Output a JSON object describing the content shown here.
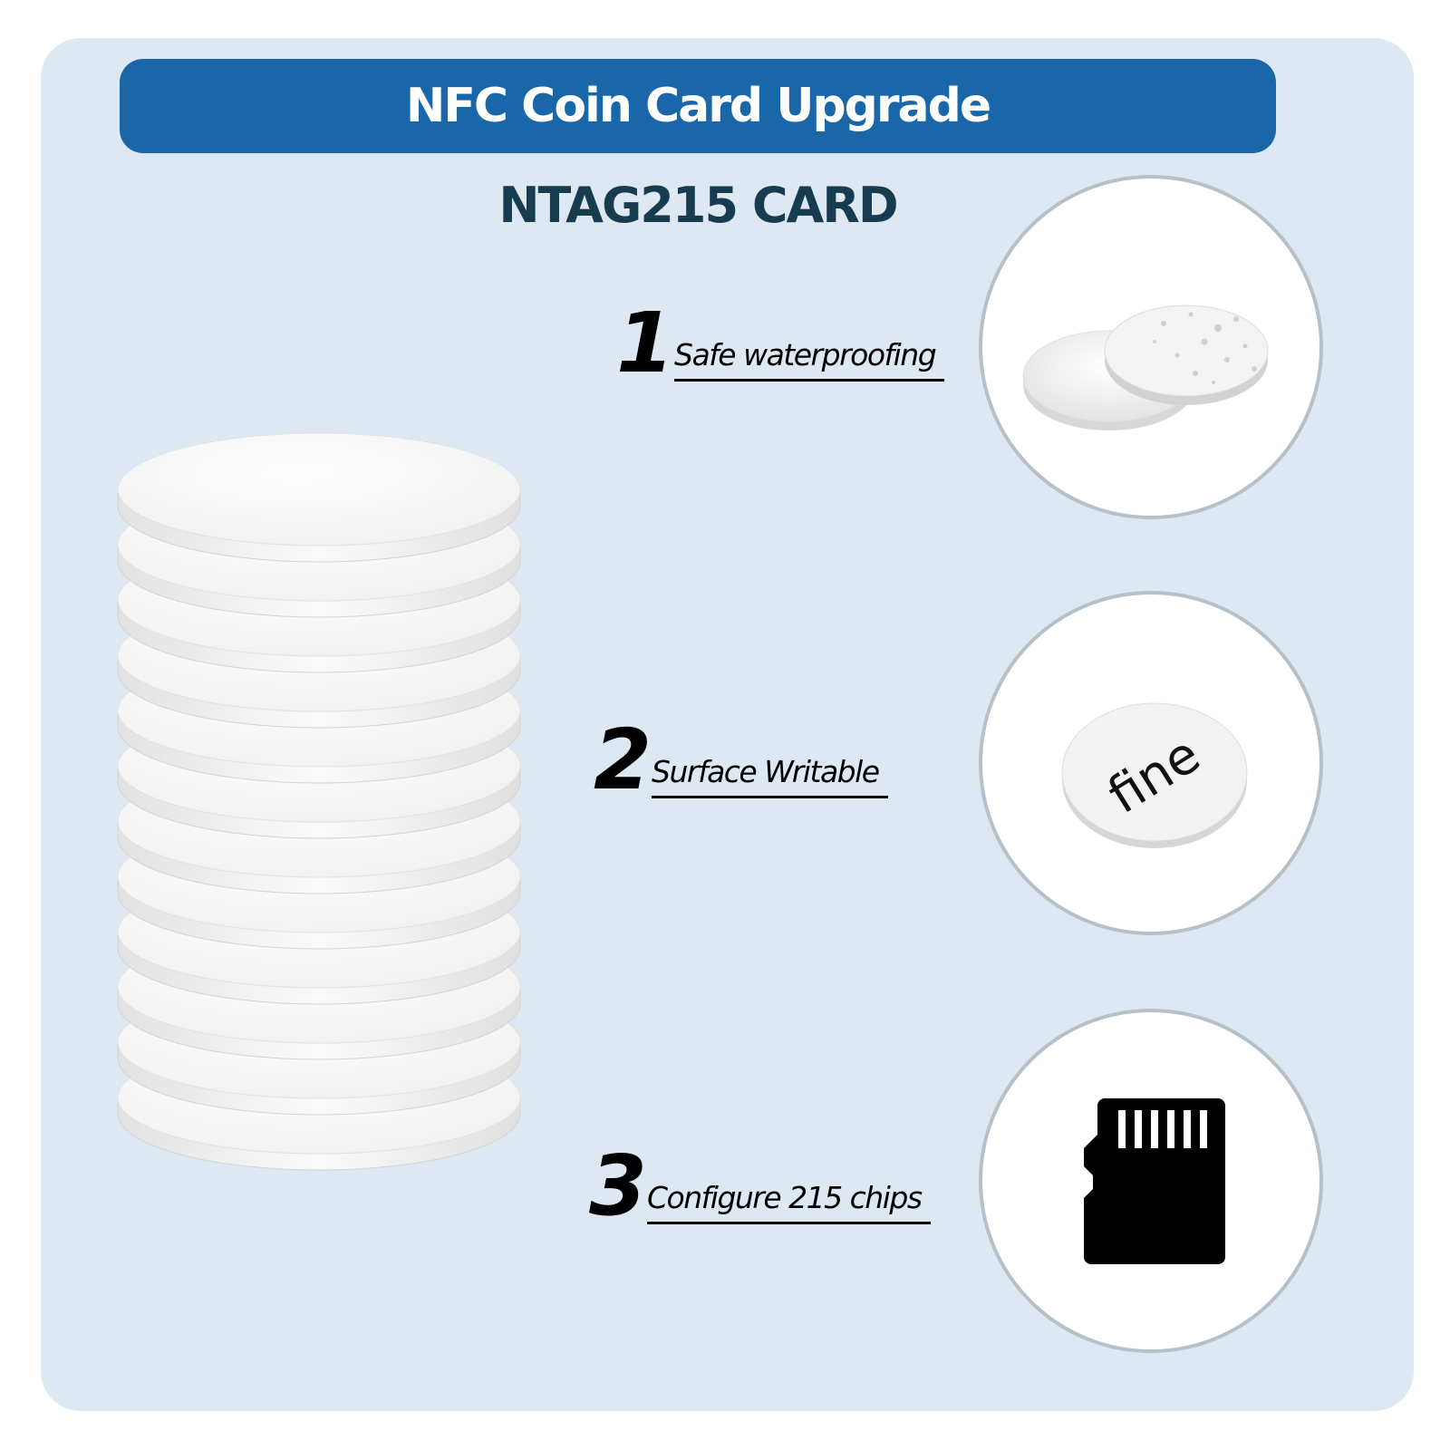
{
  "header": {
    "title": "NFC Coin Card Upgrade",
    "subtitle": "NTAG215 CARD"
  },
  "features": [
    {
      "number": "1",
      "label": "Safe waterproofing",
      "icon": "waterproof-coins-icon"
    },
    {
      "number": "2",
      "label": "Surface Writable",
      "icon": "writable-coin-icon",
      "coin_text": "fine"
    },
    {
      "number": "3",
      "label": "Configure 215 chips",
      "icon": "micro-chip-card-icon"
    }
  ],
  "colors": {
    "panel": "#dde8f2",
    "title_bar": "#1967a8",
    "subtitle": "#173c4f",
    "circle_border": "#b7c0c8"
  },
  "stack": {
    "coin_count": 12,
    "icon": "coin-stack-icon"
  }
}
